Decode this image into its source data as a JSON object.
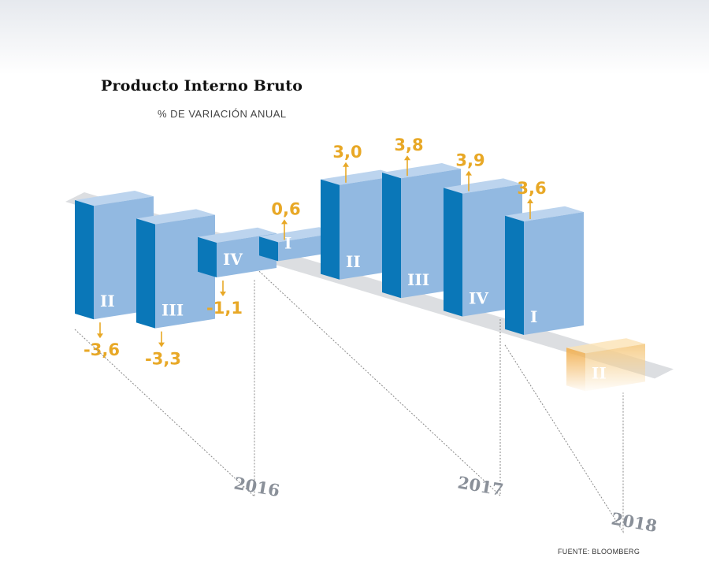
{
  "title": "Producto Interno Bruto",
  "subtitle": "% DE VARIACIÓN ANUAL",
  "source": "FUENTE: BLOOMBERG",
  "colors": {
    "front": "#0a77b8",
    "side": "#92b9e1",
    "top": "#bcd4ee",
    "highlight": "#f2b45a",
    "label": "#e8a826",
    "year": "#8a9099",
    "plane": "#bfc3c8"
  },
  "chart_data": {
    "type": "bar",
    "title": "Producto Interno Bruto",
    "subtitle": "% DE VARIACIÓN ANUAL",
    "categories": [
      "II",
      "III",
      "IV",
      "I",
      "II",
      "III",
      "IV",
      "I",
      "II"
    ],
    "years": [
      "2016",
      "2016",
      "2016",
      "2017",
      "2017",
      "2017",
      "2017",
      "2018",
      "2018"
    ],
    "value_labels": [
      "-3,6",
      "-3,3",
      "-1,1",
      "0,6",
      "3,0",
      "3,8",
      "3,9",
      "3,6",
      ""
    ],
    "values": [
      -3.6,
      -3.3,
      -1.1,
      0.6,
      3.0,
      3.8,
      3.9,
      3.6,
      -1.2
    ],
    "year_labels": [
      "2016",
      "2017",
      "2018"
    ],
    "highlighted_index": 8
  }
}
